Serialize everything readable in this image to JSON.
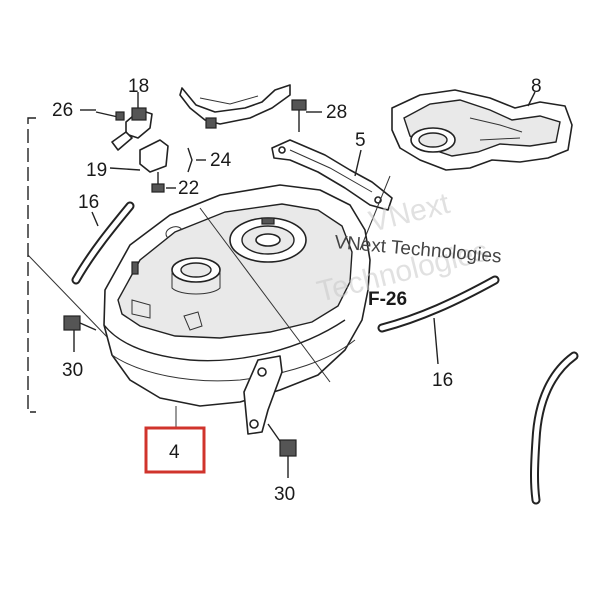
{
  "callouts": {
    "c26": "26",
    "c18": "18",
    "c28": "28",
    "c8": "8",
    "c5": "5",
    "c19": "19",
    "c24": "24",
    "c22": "22",
    "c16a": "16",
    "c16b": "16",
    "c30a": "30",
    "c30b": "30",
    "c4": "4"
  },
  "reference": "F-26",
  "watermark": {
    "line1": "VNext",
    "line2": "Technologies",
    "overlay": "VNext Technologies"
  },
  "colors": {
    "highlight_box": "#d0342c",
    "ink": "#222222"
  }
}
